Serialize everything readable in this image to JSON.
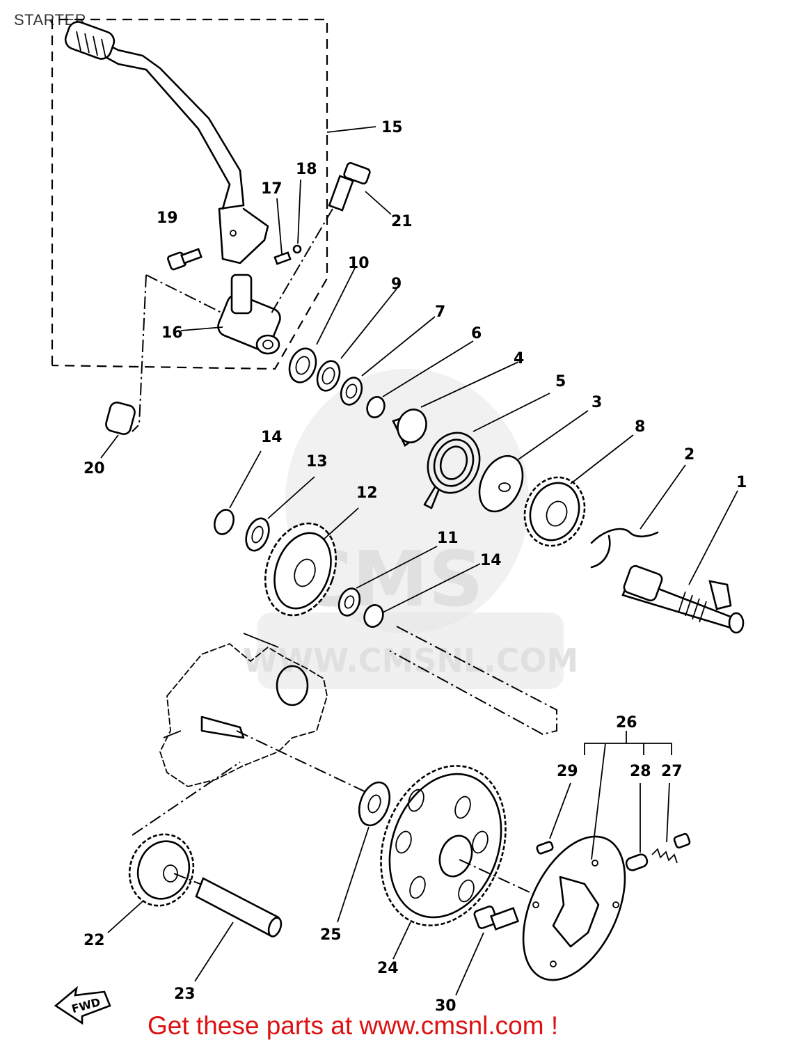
{
  "page": {
    "title": "STARTER",
    "footer": "Get these parts at www.cmsnl.com !",
    "watermark_logo": "CMS",
    "watermark_url": "WWW.CMSNL.COM",
    "fwd_label": "FWD",
    "colors": {
      "footer": "#dd1111",
      "line": "#000000",
      "watermark": "#e0e0e0"
    }
  },
  "parts": {
    "p1": "1",
    "p2": "2",
    "p3": "3",
    "p4": "4",
    "p5": "5",
    "p6": "6",
    "p7": "7",
    "p8": "8",
    "p9": "9",
    "p10": "10",
    "p11": "11",
    "p12": "12",
    "p13": "13",
    "p14a": "14",
    "p14b": "14",
    "p15": "15",
    "p16": "16",
    "p17": "17",
    "p18": "18",
    "p19": "19",
    "p20": "20",
    "p21": "21",
    "p22": "22",
    "p23": "23",
    "p24": "24",
    "p25": "25",
    "p26": "26",
    "p27": "27",
    "p28": "28",
    "p29": "29",
    "p30": "30"
  }
}
